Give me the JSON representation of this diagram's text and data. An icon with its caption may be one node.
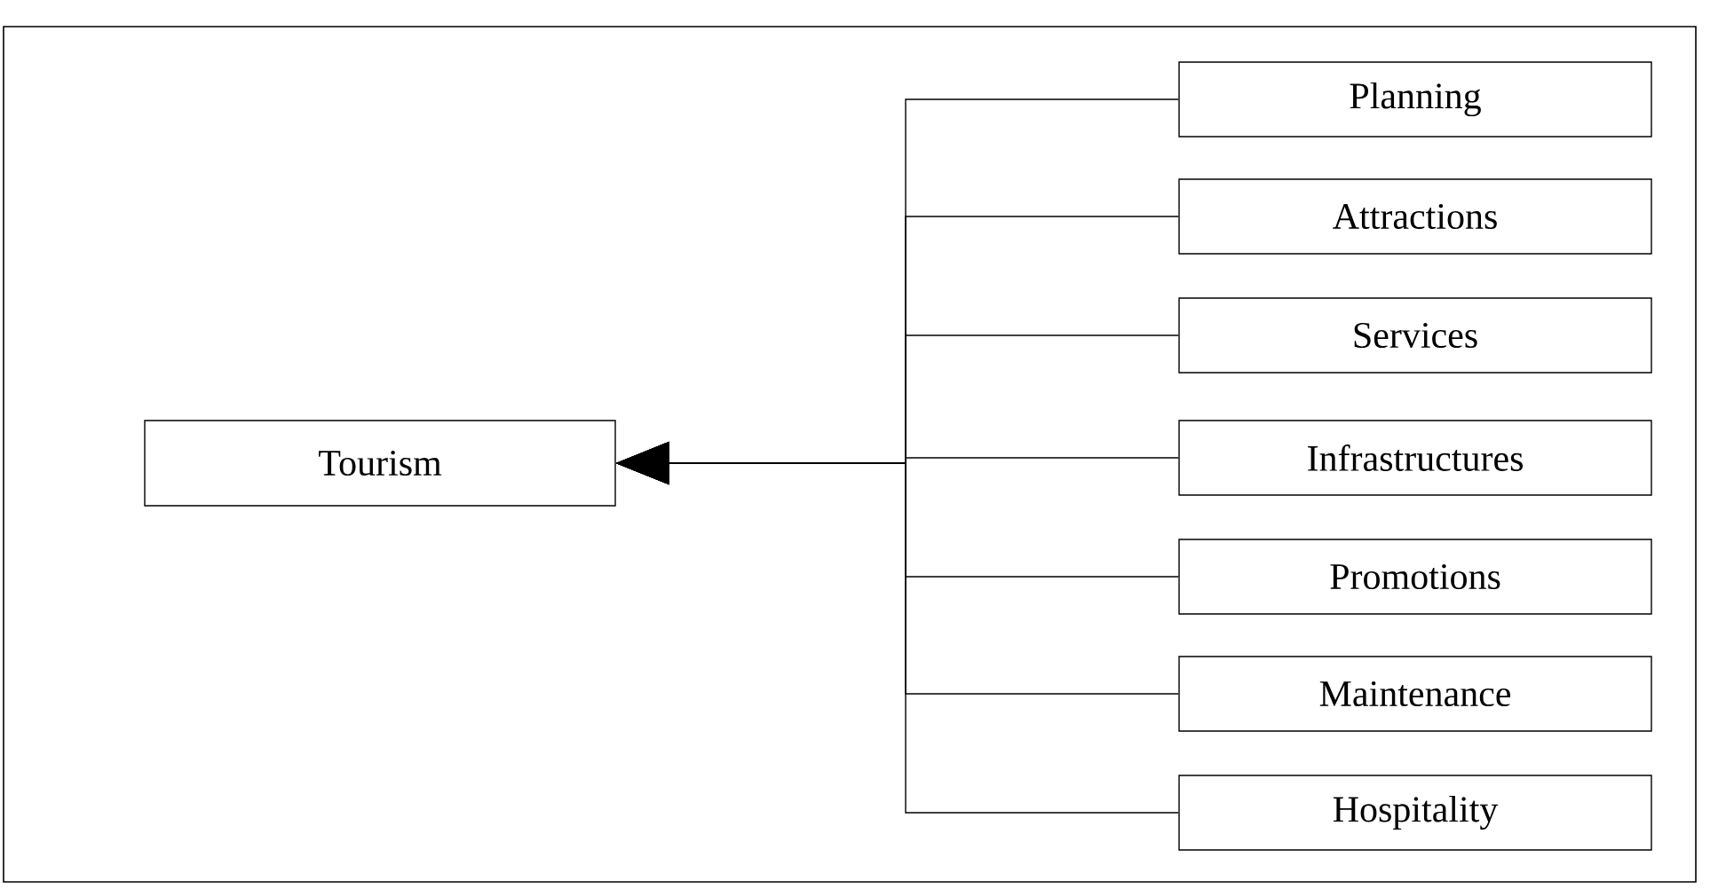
{
  "diagram": {
    "nodes": [
      {
        "text": [
          "Tourism"
        ]
      },
      {
        "text": [
          "Planning"
        ]
      },
      {
        "text": [
          "Attractions"
        ]
      },
      {
        "text": [
          "Services"
        ]
      },
      {
        "text": [
          "Infrastructures"
        ]
      },
      {
        "text": [
          "Promotions"
        ]
      },
      {
        "text": [
          "Maintenance"
        ]
      },
      {
        "text": [
          "Hospitality"
        ]
      }
    ],
    "edges": [
      {
        "from": 1,
        "to": 0,
        "arrow": "to"
      },
      {
        "from": 2,
        "to": 0,
        "arrow": "to"
      },
      {
        "from": 3,
        "to": 0,
        "arrow": "to"
      },
      {
        "from": 4,
        "to": 0,
        "arrow": "to"
      },
      {
        "from": 5,
        "to": 0,
        "arrow": "to"
      },
      {
        "from": 6,
        "to": 0,
        "arrow": "to"
      },
      {
        "from": 7,
        "to": 0,
        "arrow": "to"
      }
    ]
  }
}
